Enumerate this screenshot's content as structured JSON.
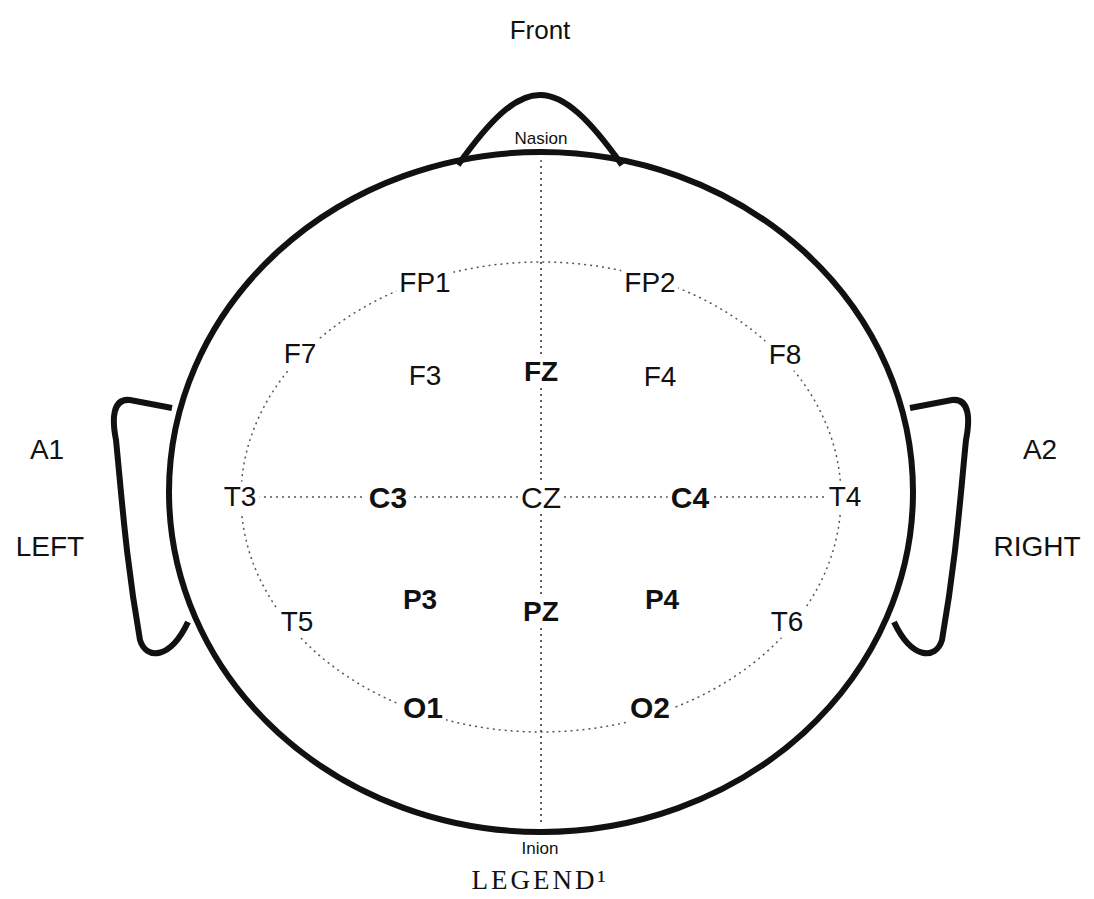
{
  "diagram": {
    "caption": "LEGEND¹",
    "labels": [
      "Front",
      "Nasion",
      "FP1",
      "FP2",
      "F7",
      "F3",
      "FZ",
      "F4",
      "F8",
      "A1",
      "A2",
      "T3",
      "C3",
      "CZ",
      "C4",
      "T4",
      "LEFT",
      "RIGHT",
      "T5",
      "P3",
      "PZ",
      "P4",
      "T6",
      "O1",
      "O2",
      "Inion"
    ]
  }
}
